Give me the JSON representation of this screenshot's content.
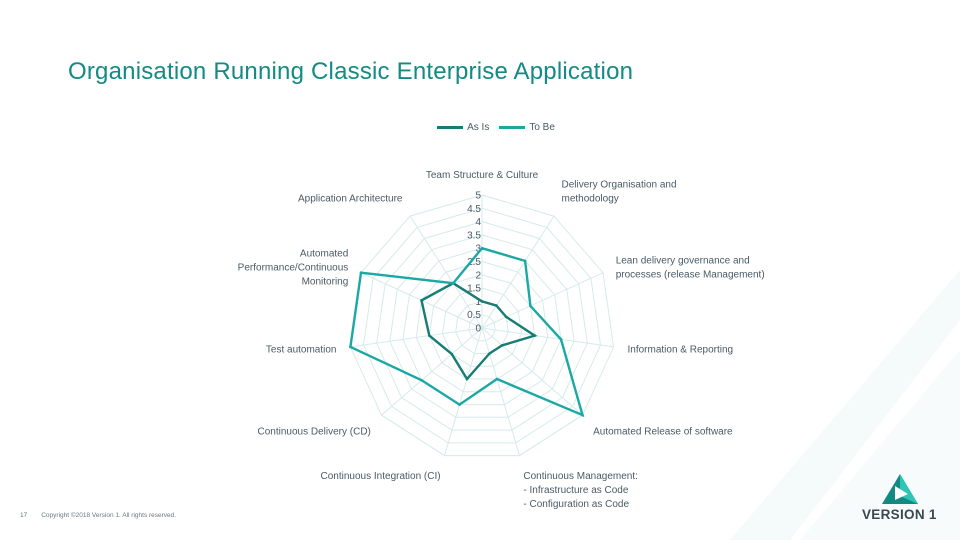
{
  "title": "Organisation Running Classic Enterprise Application",
  "footer": {
    "page_number": "17",
    "copyright": "Copyright ©2018 Version 1. All rights reserved."
  },
  "logo": {
    "text": "VERSION 1"
  },
  "colors": {
    "title": "#138a82",
    "as_is": "#167c74",
    "to_be": "#1ba8a4",
    "grid": "#d6eaea",
    "logo_dark": "#128a82",
    "logo_light": "#2ec4b6"
  },
  "chart_data": {
    "type": "radar",
    "axes": [
      [
        "Team Structure & Culture"
      ],
      [
        "Delivery Organisation and",
        "methodology"
      ],
      [
        "Lean delivery governance and",
        "processes (release Management)"
      ],
      [
        "Information & Reporting"
      ],
      [
        "Automated Release of software"
      ],
      [
        "Continuous Management:",
        "- Infrastructure as Code",
        "- Configuration as Code"
      ],
      [
        "Continuous Integration (CI)"
      ],
      [
        "Continuous Delivery (CD)"
      ],
      [
        "Test automation"
      ],
      [
        "Automated",
        "Performance/Continuous",
        "Monitoring"
      ],
      [
        "Application Architecture"
      ]
    ],
    "range": [
      0,
      5
    ],
    "ticks": [
      "0",
      "0.5",
      "1",
      "1.5",
      "2",
      "2.5",
      "3",
      "3.5",
      "4",
      "4.5",
      "5"
    ],
    "legend_position": "top",
    "series": [
      {
        "name": "As Is",
        "values": [
          1,
          1,
          1,
          2,
          1,
          1,
          2,
          1.5,
          2,
          2.5,
          2
        ]
      },
      {
        "name": "To Be",
        "values": [
          3,
          3,
          2,
          3,
          5,
          2,
          3,
          3,
          5,
          5,
          2
        ]
      }
    ]
  }
}
